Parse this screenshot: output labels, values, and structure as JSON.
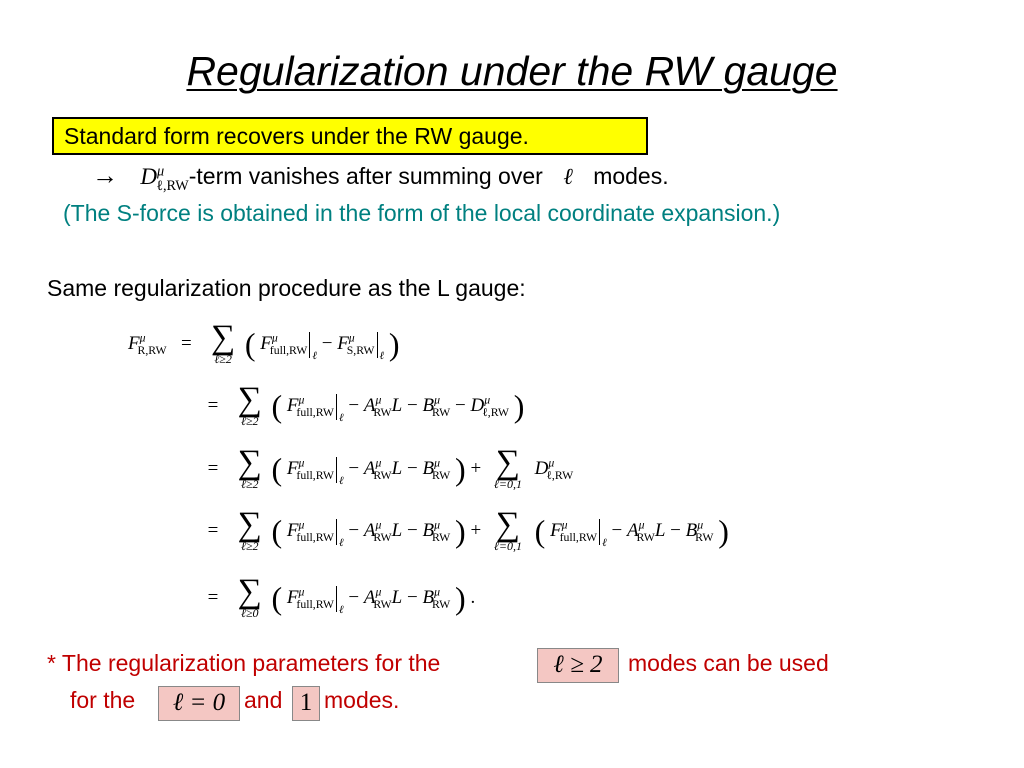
{
  "title": "Regularization under the RW gauge",
  "callout": "Standard form recovers under the RW gauge.",
  "vanish_line": {
    "arrow": "→",
    "symbol": "D",
    "symbol_sup": "μ",
    "symbol_sub": "ℓ,RW",
    "text1": "-term vanishes after summing over",
    "ell": "ℓ",
    "text2": "modes."
  },
  "note_teal": "(The S-force is obtained in the form of the local coordinate expansion.)",
  "same_procedure": "Same regularization procedure as the L gauge:",
  "equations": [
    {
      "lhs": "F^μ_R,RW",
      "rhs": "= Σ_{ℓ≥2} ( F^μ_full,RW |_ℓ − F^μ_S,RW |_ℓ )"
    },
    {
      "lhs": "",
      "rhs": "= Σ_{ℓ≥2} ( F^μ_full,RW |_ℓ − A^μ_RW L − B^μ_RW − D^μ_ℓ,RW )"
    },
    {
      "lhs": "",
      "rhs": "= Σ_{ℓ≥2} ( F^μ_full,RW |_ℓ − A^μ_RW L − B^μ_RW ) + Σ_{ℓ=0,1} D^μ_ℓ,RW"
    },
    {
      "lhs": "",
      "rhs": "= Σ_{ℓ≥2} ( F^μ_full,RW |_ℓ − A^μ_RW L − B^μ_RW ) + Σ_{ℓ=0,1} ( F^μ_full,RW |_ℓ − A^μ_RW L − B^μ_RW )"
    },
    {
      "lhs": "",
      "rhs": "= Σ_{ℓ≥0} ( F^μ_full,RW |_ℓ − A^μ_RW L − B^μ_RW ) ."
    }
  ],
  "footnote": {
    "part1": "* The regularization parameters for the",
    "box1": "ℓ ≥ 2",
    "part2": "modes can be used",
    "part3": "for the",
    "box2": "ℓ = 0",
    "part4": "and",
    "box3": "1",
    "part5": "modes."
  },
  "colors": {
    "callout_bg": "#ffff00",
    "teal": "#008080",
    "red": "#c00000",
    "box_highlight": "#f4c7c3"
  }
}
